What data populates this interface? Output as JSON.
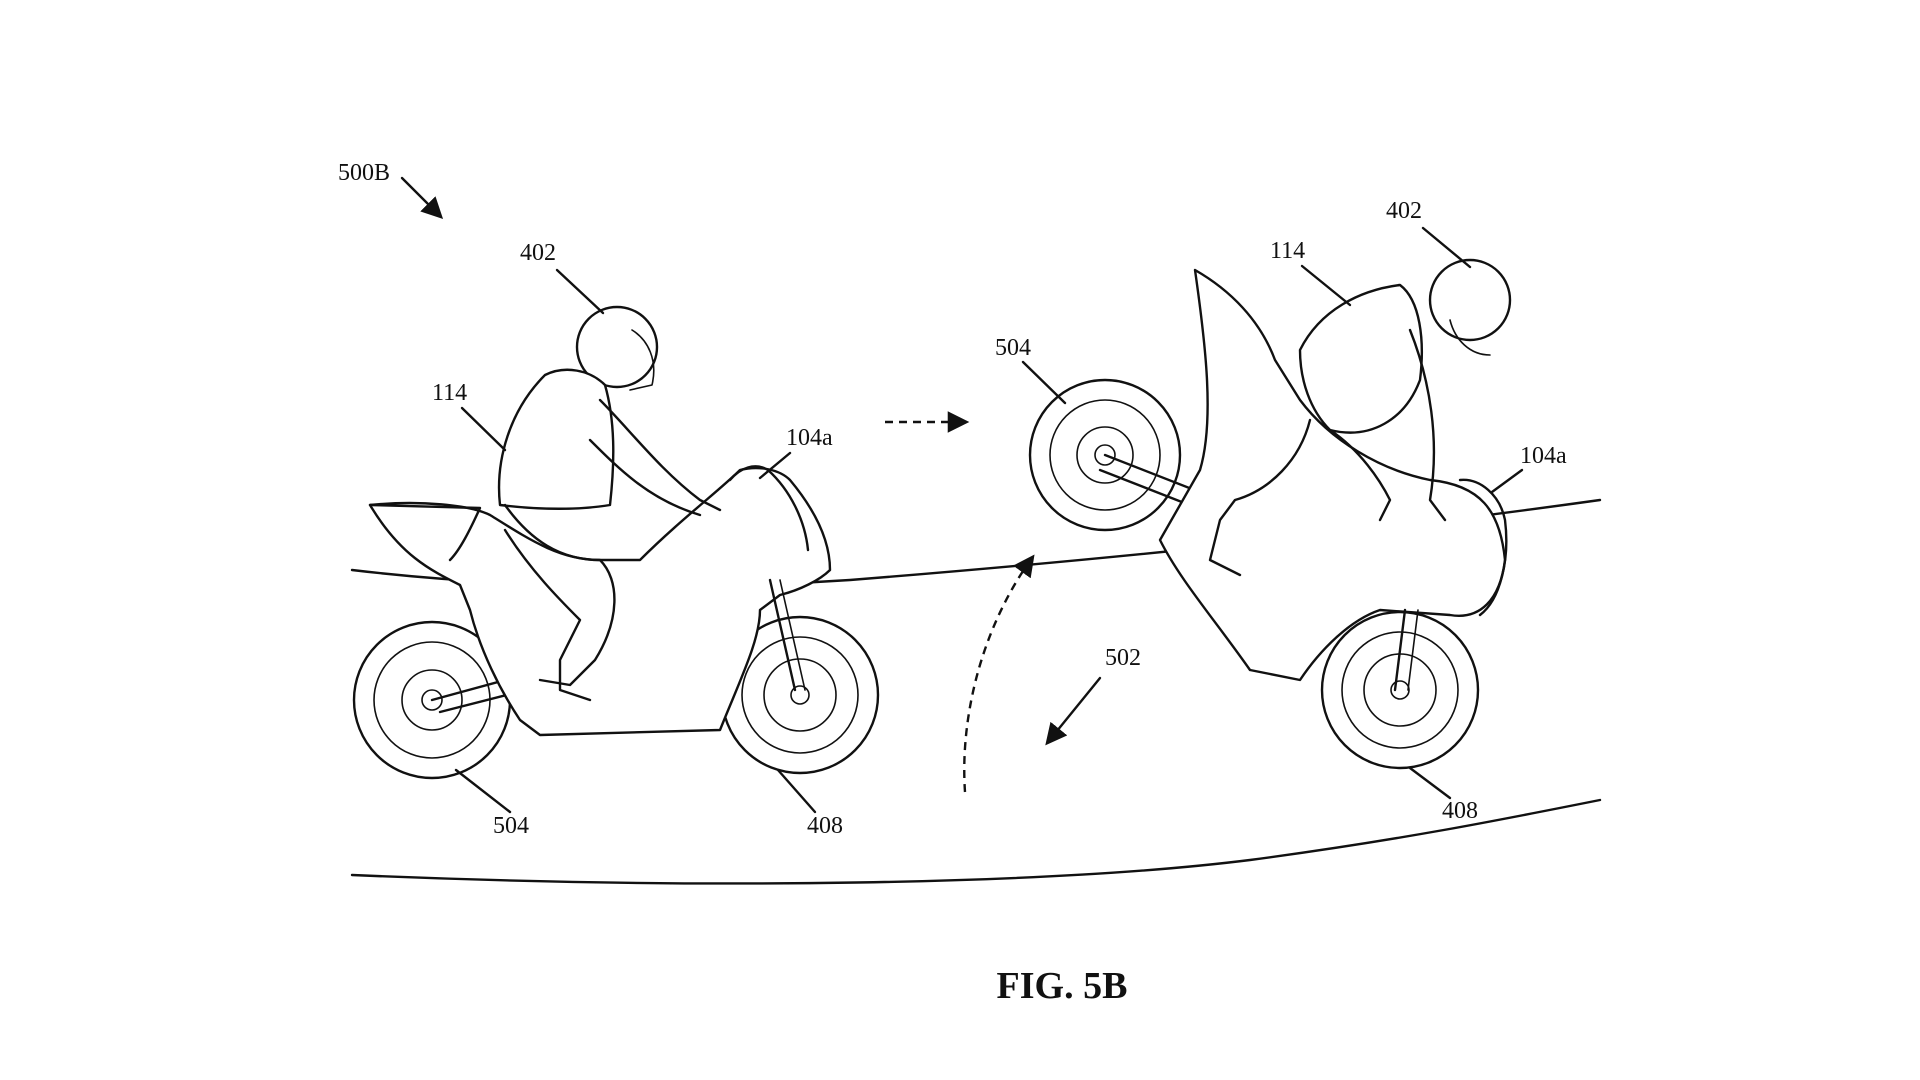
{
  "figure": {
    "caption": "FIG. 5B",
    "figure_ref": "500B"
  },
  "left_scene": {
    "rider_label": "402",
    "vest_label": "114",
    "vehicle_label": "104a",
    "rear_wheel_label": "504",
    "front_wheel_label": "408"
  },
  "right_scene": {
    "rider_label": "402",
    "vest_label": "114",
    "vehicle_label": "104a",
    "rear_wheel_label": "504",
    "front_wheel_label": "408"
  },
  "road_label": "502"
}
